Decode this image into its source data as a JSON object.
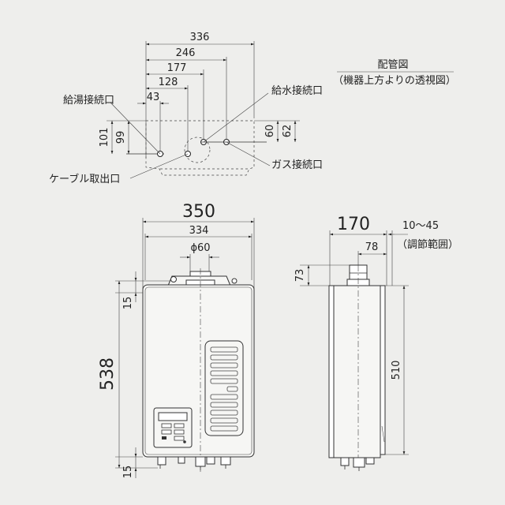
{
  "top_view": {
    "dim_336": "336",
    "dim_246": "246",
    "dim_177": "177",
    "dim_128": "128",
    "dim_43": "43",
    "dim_101": "101",
    "dim_99": "99",
    "dim_60": "60",
    "dim_62": "62",
    "hot_water_port": "給湯接続口",
    "water_supply_port": "給水接続口",
    "gas_port": "ガス接続口",
    "cable_outlet": "ケーブル取出口",
    "piping_title": "配管図",
    "piping_note": "（機器上方よりの透視図）"
  },
  "front_view": {
    "width_350": "350",
    "width_334": "334",
    "flue_dia": "ϕ60",
    "height_538": "538",
    "top_15": "15",
    "bottom_15": "15"
  },
  "side_view": {
    "depth_170": "170",
    "adjust_range": "10～45",
    "adjust_note": "（調節範囲）",
    "flue_78": "78",
    "flue_73": "73",
    "height_510": "510"
  }
}
